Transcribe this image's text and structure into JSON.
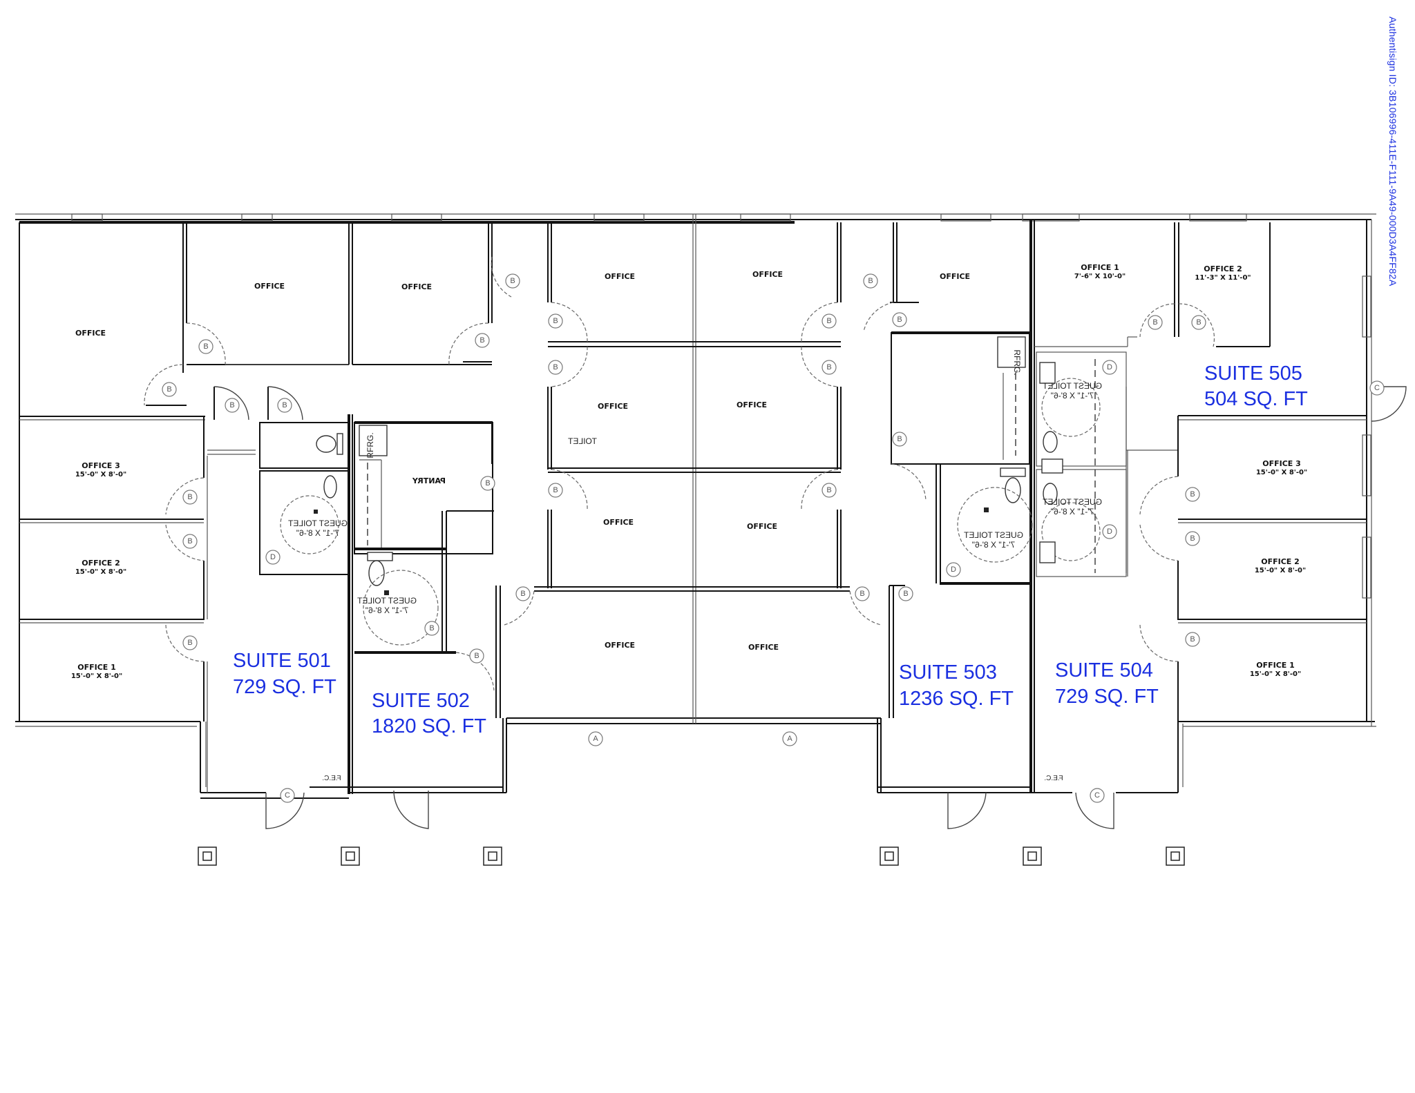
{
  "authentisign": {
    "text": "Authentisign ID: 3B106996-411E-F111-9A49-000D3A4FF82A",
    "color": "#1a2fe0"
  },
  "suites": [
    {
      "id": "501",
      "name": "SUITE 501",
      "area": "729 SQ. FT"
    },
    {
      "id": "502",
      "name": "SUITE 502",
      "area": "1820 SQ. FT"
    },
    {
      "id": "503",
      "name": "SUITE 503",
      "area": "1236 SQ. FT"
    },
    {
      "id": "504",
      "name": "SUITE 504",
      "area": "729 SQ. FT"
    },
    {
      "id": "505",
      "name": "SUITE 505",
      "area": "504 SQ. FT"
    }
  ],
  "rooms": {
    "office": "OFFICE",
    "toilet": "TOILET",
    "pantry": "PANTRY",
    "guest_toilet": "GUEST TOILET",
    "guest_toilet_dim": "7'-1\" X 8'-6\"",
    "refrig": "RFRG.",
    "fec": "F.E.C.",
    "suite501": {
      "office3": {
        "label": "OFFICE 3",
        "dim": "15'-0\" X 8'-0\""
      },
      "office2": {
        "label": "OFFICE 2",
        "dim": "15'-0\" X 8'-0\""
      },
      "office1": {
        "label": "OFFICE 1",
        "dim": "15'-0\" X 8'-0\""
      }
    },
    "suite504": {
      "office3": {
        "label": "OFFICE 3",
        "dim": "15'-0\" X 8'-0\""
      },
      "office2": {
        "label": "OFFICE 2",
        "dim": "15'-0\" X 8'-0\""
      },
      "office1": {
        "label": "OFFICE 1",
        "dim": "15'-0\" X 8'-0\""
      }
    },
    "suite505": {
      "office1": {
        "label": "OFFICE 1",
        "dim": "7'-6\" X 10'-0\""
      },
      "office2": {
        "label": "OFFICE 2",
        "dim": "11'-3\" X 11'-0\""
      }
    }
  },
  "door_tags": {
    "A": "A",
    "B": "B",
    "C": "C",
    "D": "D"
  }
}
